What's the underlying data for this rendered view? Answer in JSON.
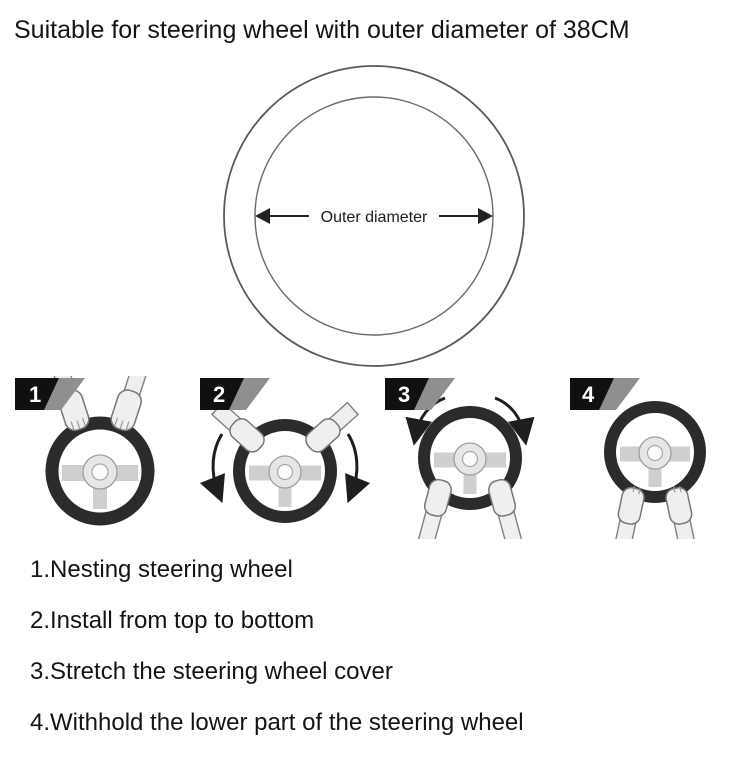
{
  "title": "Suitable for steering wheel with outer diameter of 38CM",
  "diagram": {
    "arrow_label": "Outer diameter"
  },
  "panels": [
    {
      "label": "1"
    },
    {
      "label": "2"
    },
    {
      "label": "3"
    },
    {
      "label": "4"
    }
  ],
  "steps": [
    "1.Nesting steering wheel",
    "2.Install from top to bottom",
    "3.Stretch the steering wheel cover",
    "4.Withhold the lower part of the steering wheel"
  ],
  "colors": {
    "rim": "#2b2b2b",
    "badge_black": "#101010",
    "badge_gray": "#8f8f8f"
  }
}
